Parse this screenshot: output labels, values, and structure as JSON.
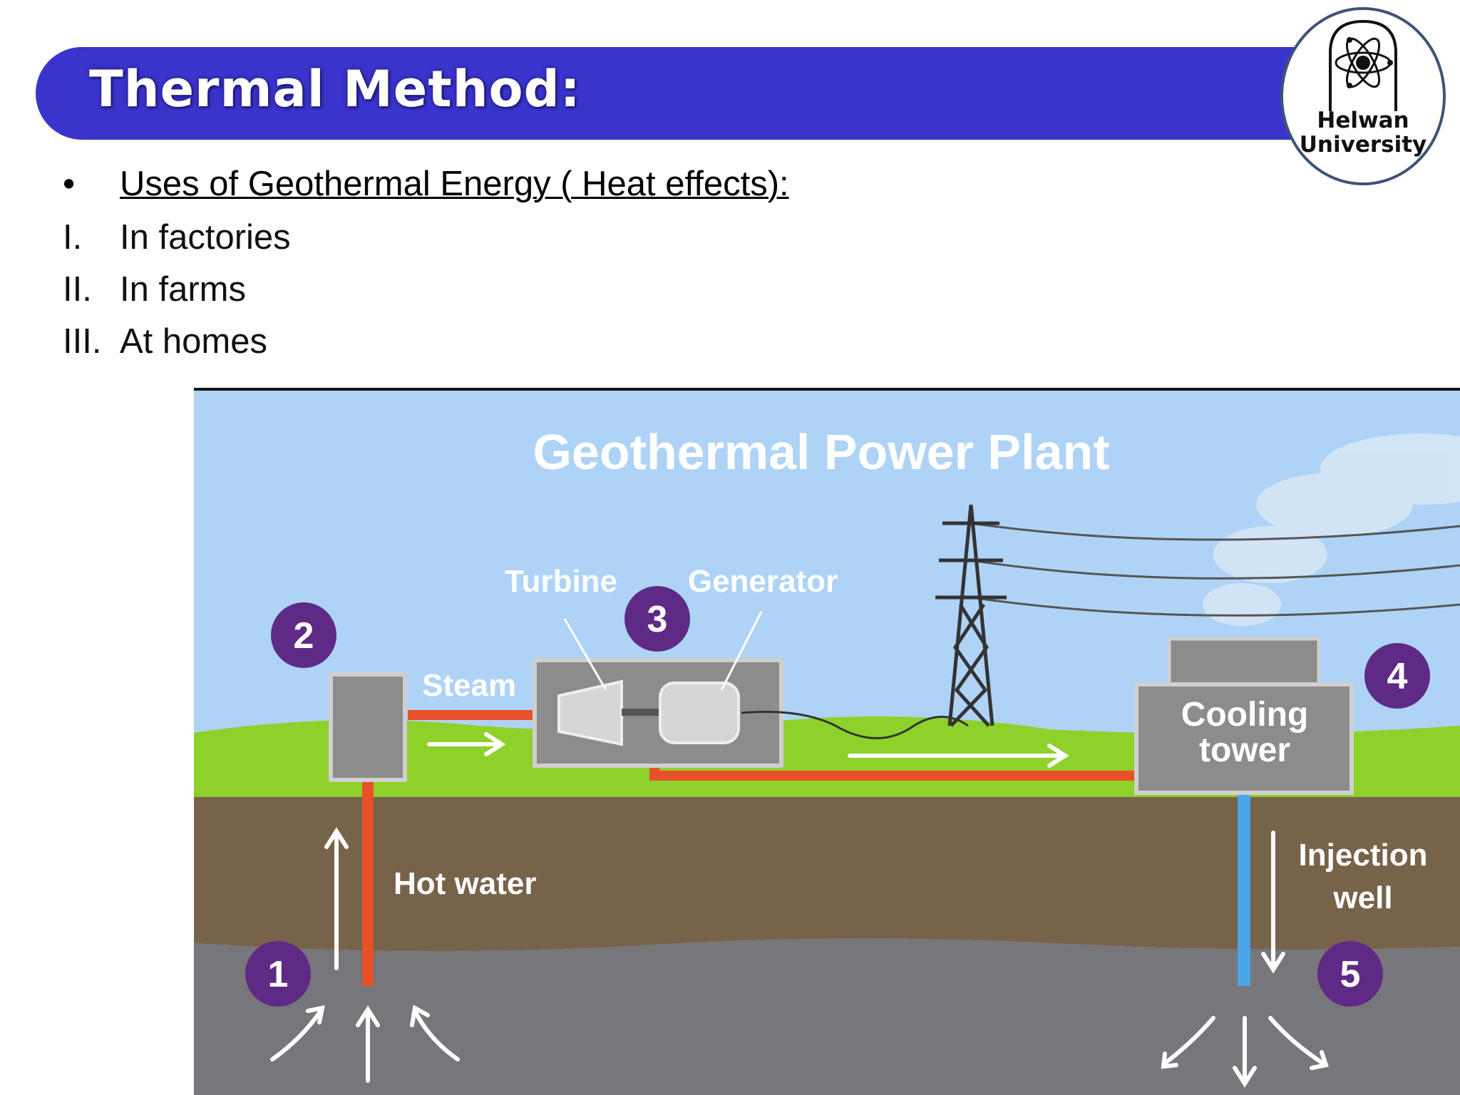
{
  "slide": {
    "title": "Thermal Method:",
    "logo": {
      "line1": "Helwan",
      "line2": "University"
    },
    "uses_heading": "Uses of Geothermal Energy ( Heat effects):",
    "uses": [
      {
        "num": "I.",
        "label": "In factories"
      },
      {
        "num": "II.",
        "label": "In farms"
      },
      {
        "num": "III.",
        "label": "At homes"
      }
    ]
  },
  "diagram": {
    "title": "Geothermal Power Plant",
    "labels": {
      "turbine": "Turbine",
      "generator": "Generator",
      "steam": "Steam",
      "hot_water": "Hot water",
      "cooling_line1": "Cooling",
      "cooling_line2": "tower",
      "injection_line1": "Injection",
      "injection_line2": "well"
    },
    "steps": [
      "1",
      "2",
      "3",
      "4",
      "5"
    ],
    "colors": {
      "sky": "#aed3f7",
      "grass": "#8dd12a",
      "soil": "#77624a",
      "rock": "#77767a",
      "hot_pipe": "#e8502a",
      "cold_pipe": "#4aa6e8",
      "badge": "#5e2a86",
      "title_bar": "#3a33cc"
    }
  }
}
